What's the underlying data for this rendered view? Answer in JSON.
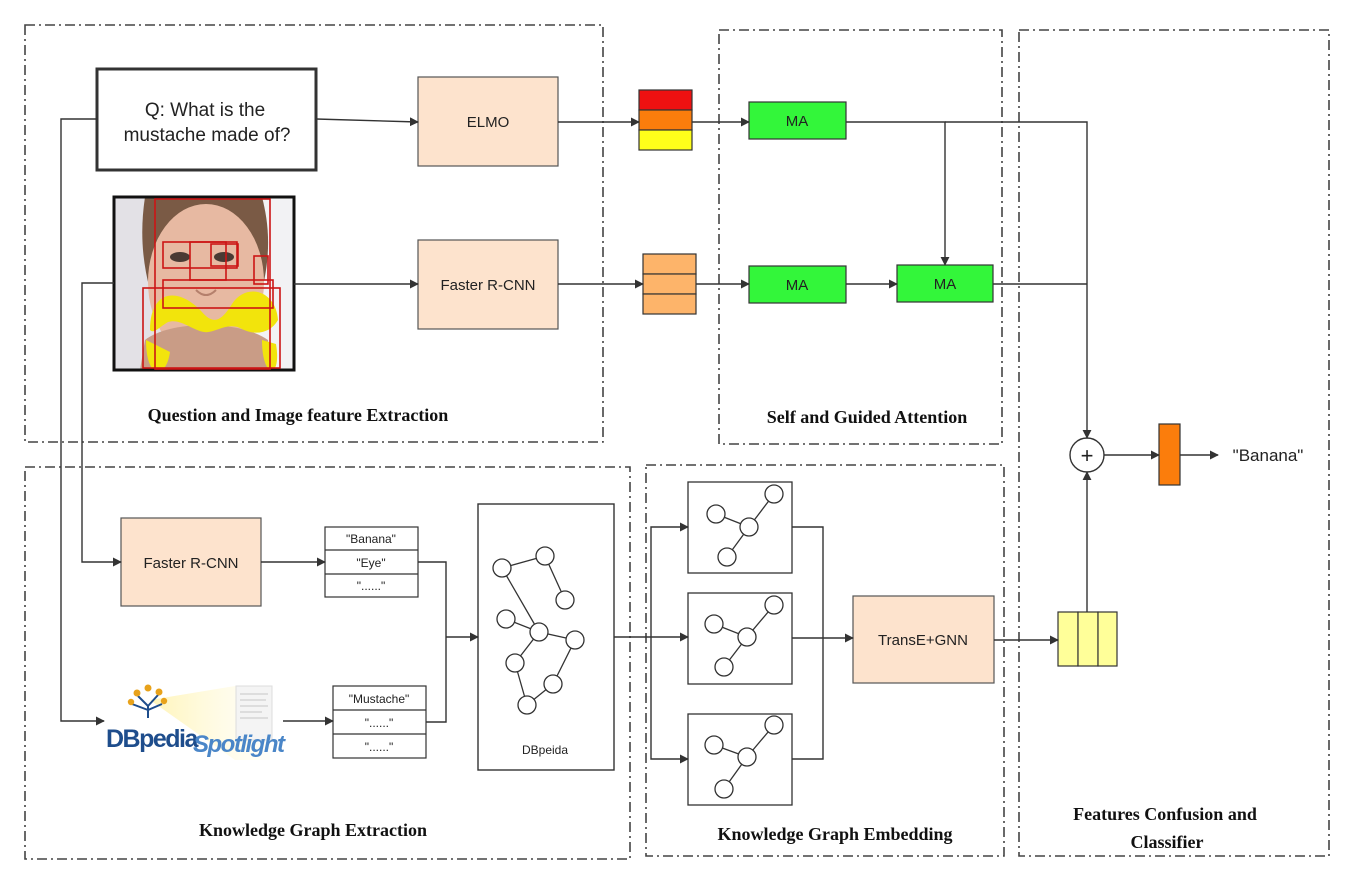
{
  "question": {
    "line1": "Q: What is the",
    "line2": "mustache made of?"
  },
  "modules": {
    "elmo": "ELMO",
    "faster_rcnn_top": "Faster R-CNN",
    "faster_rcnn_kg": "Faster R-CNN",
    "ma1": "MA",
    "ma2": "MA",
    "ma3": "MA",
    "transe_gnn": "TransE+GNN",
    "dbpeida": "DBpeida"
  },
  "detected_labels": [
    "\"Banana\"",
    "\"Eye\"",
    "\"......\""
  ],
  "spotlight_labels": [
    "\"Mustache\"",
    "\"......\"",
    "\"......\""
  ],
  "logo": {
    "part1": "DBpedia",
    "part2": "Spotlight"
  },
  "answer": "\"Banana\"",
  "sections": {
    "qi_extraction": "Question and Image feature Extraction",
    "self_guided": "Self and Guided Attention",
    "kg_extraction": "Knowledge Graph Extraction",
    "kg_embedding": "Knowledge Graph Embedding",
    "fusion_line1": "Features Confusion and",
    "fusion_line2": "Classifier"
  },
  "colors": {
    "peach": "#fde3cd",
    "green": "#33f63a",
    "red": "#ee1111",
    "orange": "#fb7d0c",
    "yellow": "#fefe1a",
    "light_orange": "#fdb46a",
    "light_yellow": "#ffff99",
    "banana": "#f2e40c",
    "bbox": "#cc1515"
  }
}
